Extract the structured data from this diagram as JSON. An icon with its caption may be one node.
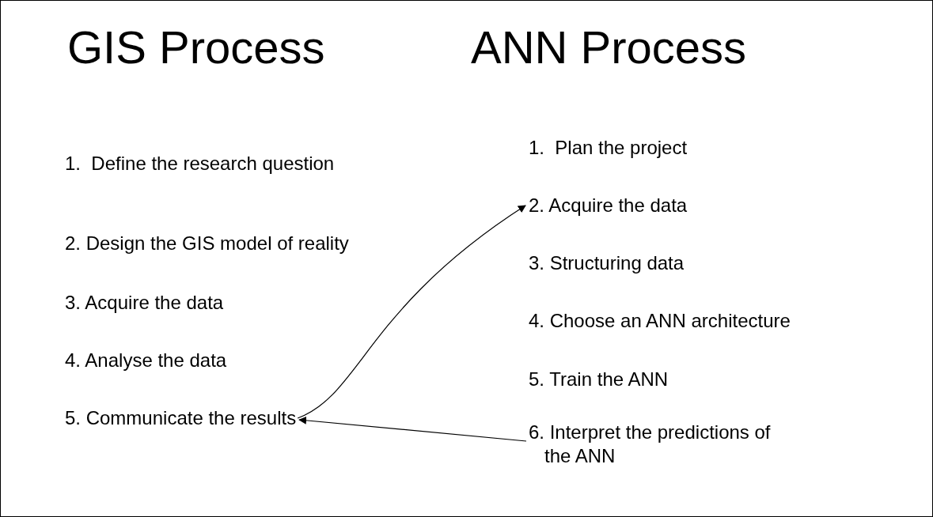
{
  "diagram": {
    "nodes": [
      {
        "text": [
          "1.  Define the research question"
        ]
      },
      {
        "text": [
          "2. Design the GIS model of reality"
        ]
      },
      {
        "text": [
          "3. Acquire the data"
        ]
      },
      {
        "text": [
          "4. Analyse the data"
        ]
      },
      {
        "text": [
          "5. Communicate the results"
        ]
      },
      {
        "text": [
          "1.  Plan the project"
        ]
      },
      {
        "text": [
          "2. Acquire the data"
        ]
      },
      {
        "text": [
          "3. Structuring data"
        ]
      },
      {
        "text": [
          "4. Choose an ANN architecture"
        ]
      },
      {
        "text": [
          "5. Train the ANN"
        ]
      },
      {
        "text": [
          "6. Interpret the predictions of the ANN"
        ]
      }
    ],
    "edges": [
      {
        "from": 4,
        "to": 6,
        "arrow": "to"
      },
      {
        "from": 10,
        "to": 4,
        "arrow": "to"
      }
    ],
    "labels": [
      "GIS Process",
      "ANN Process"
    ]
  }
}
